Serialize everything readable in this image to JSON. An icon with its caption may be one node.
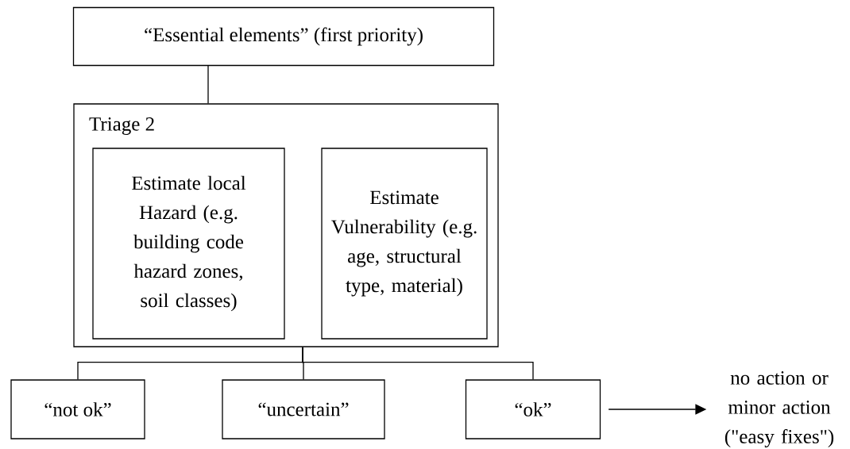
{
  "diagram": {
    "nodes": [
      {
        "text": [
          "“Essential elements” (first priority)"
        ]
      },
      {
        "text": [
          "Triage 2"
        ]
      },
      {
        "text": [
          "Estimate local Hazard (e.g. building code hazard zones, soil classes)"
        ],
        "in": 1
      },
      {
        "text": [
          "Estimate Vulnerability (e.g. age, structural type, material)"
        ],
        "in": 1
      },
      {
        "text": [
          "“not ok”"
        ]
      },
      {
        "text": [
          "“uncertain”"
        ]
      },
      {
        "text": [
          "“ok”"
        ]
      },
      {
        "text": [
          "no action or minor action (\"easy fixes\")"
        ]
      }
    ],
    "edges": [
      {
        "from": 0,
        "to": 1,
        "arrow": "none"
      },
      {
        "from": 1,
        "to": 4,
        "arrow": "none"
      },
      {
        "from": 1,
        "to": 5,
        "arrow": "none"
      },
      {
        "from": 1,
        "to": 6,
        "arrow": "none"
      },
      {
        "from": 6,
        "to": 7,
        "arrow": "to"
      }
    ]
  }
}
